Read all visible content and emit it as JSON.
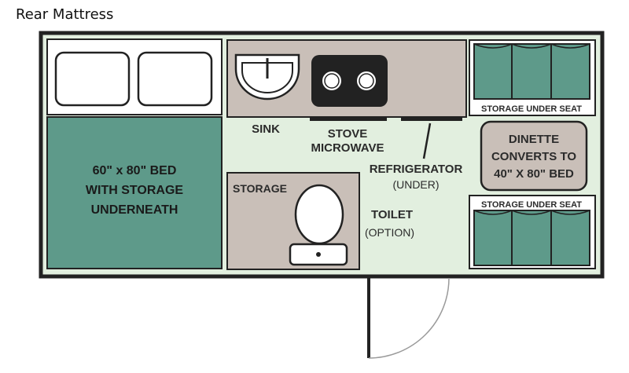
{
  "caption": "Rear Mattress",
  "labels": {
    "bed_line1": "60\" x 80\" BED",
    "bed_line2": "WITH STORAGE",
    "bed_line3": "UNDERNEATH",
    "sink": "SINK",
    "stove": "STOVE",
    "microwave": "MICROWAVE",
    "refrigerator": "REFRIGERATOR",
    "refrigerator_note": "(UNDER)",
    "storage": "STORAGE",
    "toilet": "TOILET",
    "toilet_note": "(OPTION)",
    "storage_under_seat_top": "STORAGE UNDER SEAT",
    "storage_under_seat_bottom": "STORAGE UNDER SEAT",
    "dinette_line1": "DINETTE",
    "dinette_line2": "CONVERTS TO",
    "dinette_line3": "40\" X 80\" BED"
  },
  "colors": {
    "floor": "#e2efdf",
    "wall": "#222222",
    "bed_green": "#5e9a8a",
    "cabinet": "#c9bfb8",
    "stove_top": "#222222"
  }
}
